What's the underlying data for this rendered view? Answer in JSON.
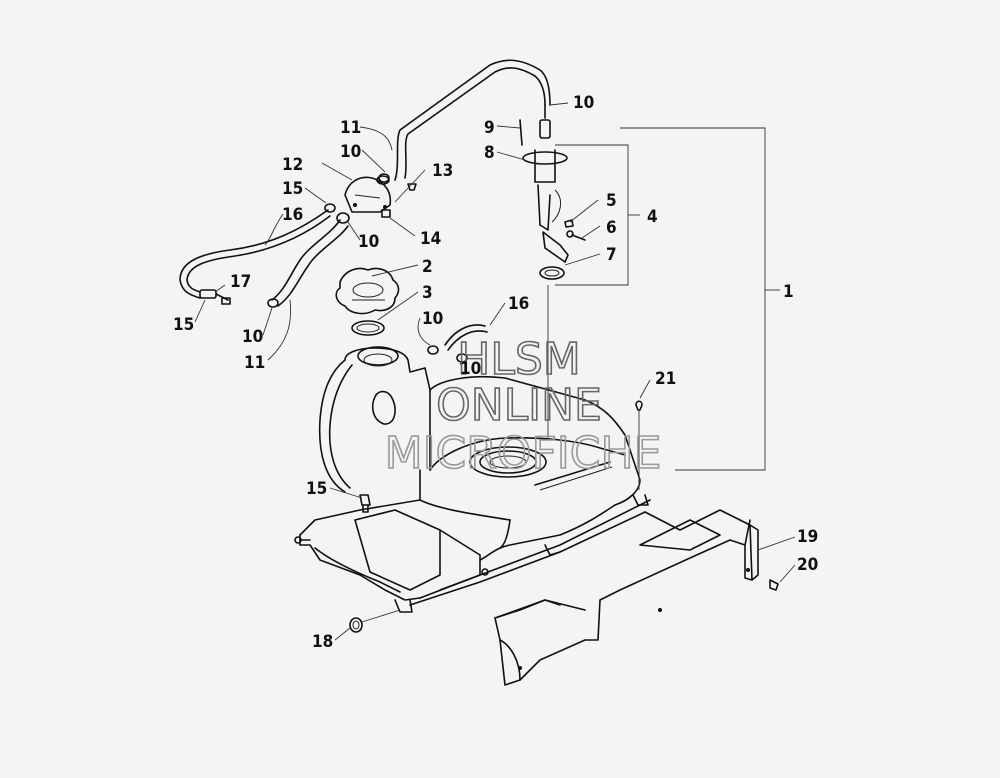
{
  "watermark": {
    "line1": "HLSM",
    "line2": "ONLINE",
    "line3": "MICROFICHE"
  },
  "callouts": [
    {
      "id": "c1",
      "text": "1"
    },
    {
      "id": "c2",
      "text": "2"
    },
    {
      "id": "c3",
      "text": "3"
    },
    {
      "id": "c4",
      "text": "4"
    },
    {
      "id": "c5",
      "text": "5"
    },
    {
      "id": "c6",
      "text": "6"
    },
    {
      "id": "c7",
      "text": "7"
    },
    {
      "id": "c8",
      "text": "8"
    },
    {
      "id": "c9",
      "text": "9"
    },
    {
      "id": "c10a",
      "text": "10"
    },
    {
      "id": "c10b",
      "text": "10"
    },
    {
      "id": "c10c",
      "text": "10"
    },
    {
      "id": "c10d",
      "text": "10"
    },
    {
      "id": "c10e",
      "text": "10"
    },
    {
      "id": "c10f",
      "text": "10"
    },
    {
      "id": "c11a",
      "text": "11"
    },
    {
      "id": "c11b",
      "text": "11"
    },
    {
      "id": "c12",
      "text": "12"
    },
    {
      "id": "c13",
      "text": "13"
    },
    {
      "id": "c14",
      "text": "14"
    },
    {
      "id": "c15a",
      "text": "15"
    },
    {
      "id": "c15b",
      "text": "15"
    },
    {
      "id": "c15c",
      "text": "15"
    },
    {
      "id": "c16a",
      "text": "16"
    },
    {
      "id": "c16b",
      "text": "16"
    },
    {
      "id": "c17",
      "text": "17"
    },
    {
      "id": "c18",
      "text": "18"
    },
    {
      "id": "c19",
      "text": "19"
    },
    {
      "id": "c20",
      "text": "20"
    },
    {
      "id": "c21",
      "text": "21"
    }
  ]
}
